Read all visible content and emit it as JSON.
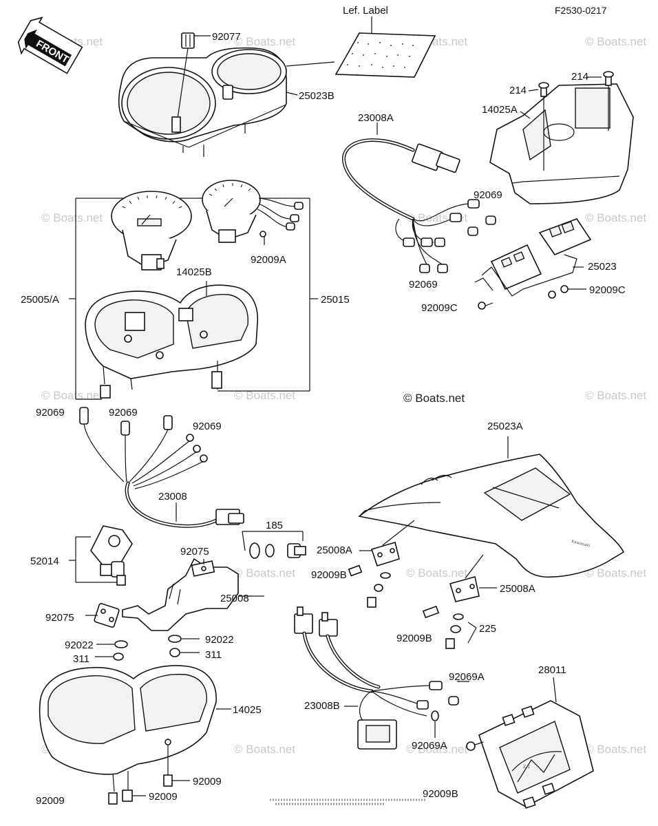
{
  "figure_code": "F2530-0217",
  "front_label": "FRONT",
  "label_sheet": "Lef. Label",
  "watermark": "© Boats.net",
  "watermark_center": "© Boats.net",
  "parts": {
    "p92077": "92077",
    "p25023B": "25023B",
    "p214a": "214",
    "p214b": "214",
    "p14025A": "14025A",
    "p23008A": "23008A",
    "p92069_a": "92069",
    "p92069_b": "92069",
    "p25023": "25023",
    "p92009C_a": "92009C",
    "p92009C_b": "92009C",
    "p92009A": "92009A",
    "p14025B": "14025B",
    "p25005A": "25005/A",
    "p25015": "25015",
    "p92069_c": "92069",
    "p92069_d": "92069",
    "p92069_e": "92069",
    "p23008": "23008",
    "p25023A": "25023A",
    "p52014": "52014",
    "p92075_a": "92075",
    "p185": "185",
    "p25008A_a": "25008A",
    "p92009B_a": "92009B",
    "p25008": "25008",
    "p25008A_b": "25008A",
    "p92075_b": "92075",
    "p92022_a": "92022",
    "p92022_b": "92022",
    "p311_a": "311",
    "p311_b": "311",
    "p225": "225",
    "p92009B_b": "92009B",
    "p28011": "28011",
    "p92069A_a": "92069A",
    "p23008B": "23008B",
    "p14025": "14025",
    "p92069A_b": "92069A",
    "p92009_a": "92009",
    "p92009_b": "92009",
    "p92009_c": "92009",
    "p92009B_c": "92009B"
  }
}
